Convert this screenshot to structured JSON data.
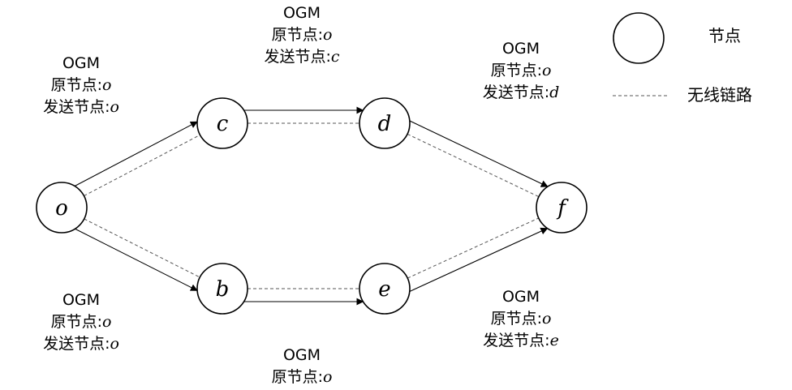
{
  "nodes": [
    {
      "id": "o",
      "label": "o"
    },
    {
      "id": "c",
      "label": "c"
    },
    {
      "id": "d",
      "label": "d"
    },
    {
      "id": "b",
      "label": "b"
    },
    {
      "id": "e",
      "label": "e"
    },
    {
      "id": "f",
      "label": "f"
    }
  ],
  "annotations": [
    {
      "id": "ann-o",
      "title": "OGM",
      "origin_prefix": "原节点:",
      "origin_node": "o",
      "sender_prefix": "发送节点:",
      "sender_node": "o"
    },
    {
      "id": "ann-c",
      "title": "OGM",
      "origin_prefix": "原节点:",
      "origin_node": "o",
      "sender_prefix": "发送节点:",
      "sender_node": "c"
    },
    {
      "id": "ann-d",
      "title": "OGM",
      "origin_prefix": "原节点:",
      "origin_node": "o",
      "sender_prefix": "发送节点:",
      "sender_node": "d"
    },
    {
      "id": "ann-b",
      "title": "OGM",
      "origin_prefix": "原节点:",
      "origin_node": "o",
      "sender_prefix": "发送节点:",
      "sender_node": "o"
    },
    {
      "id": "ann-e",
      "title": "OGM",
      "origin_prefix": "原节点:",
      "origin_node": "o"
    },
    {
      "id": "ann-f",
      "title": "OGM",
      "origin_prefix": "原节点:",
      "origin_node": "o",
      "sender_prefix": "发送节点:",
      "sender_node": "e"
    }
  ],
  "links": [
    {
      "from": "o",
      "to": "c"
    },
    {
      "from": "o",
      "to": "b"
    },
    {
      "from": "c",
      "to": "d"
    },
    {
      "from": "b",
      "to": "e"
    },
    {
      "from": "d",
      "to": "f"
    },
    {
      "from": "e",
      "to": "f"
    }
  ],
  "ogm_flows": [
    {
      "from": "o",
      "to": "c"
    },
    {
      "from": "o",
      "to": "b"
    },
    {
      "from": "c",
      "to": "d"
    },
    {
      "from": "b",
      "to": "e"
    },
    {
      "from": "d",
      "to": "f"
    },
    {
      "from": "e",
      "to": "f"
    }
  ],
  "legend": {
    "node_label": "节点",
    "link_label": "无线链路"
  }
}
